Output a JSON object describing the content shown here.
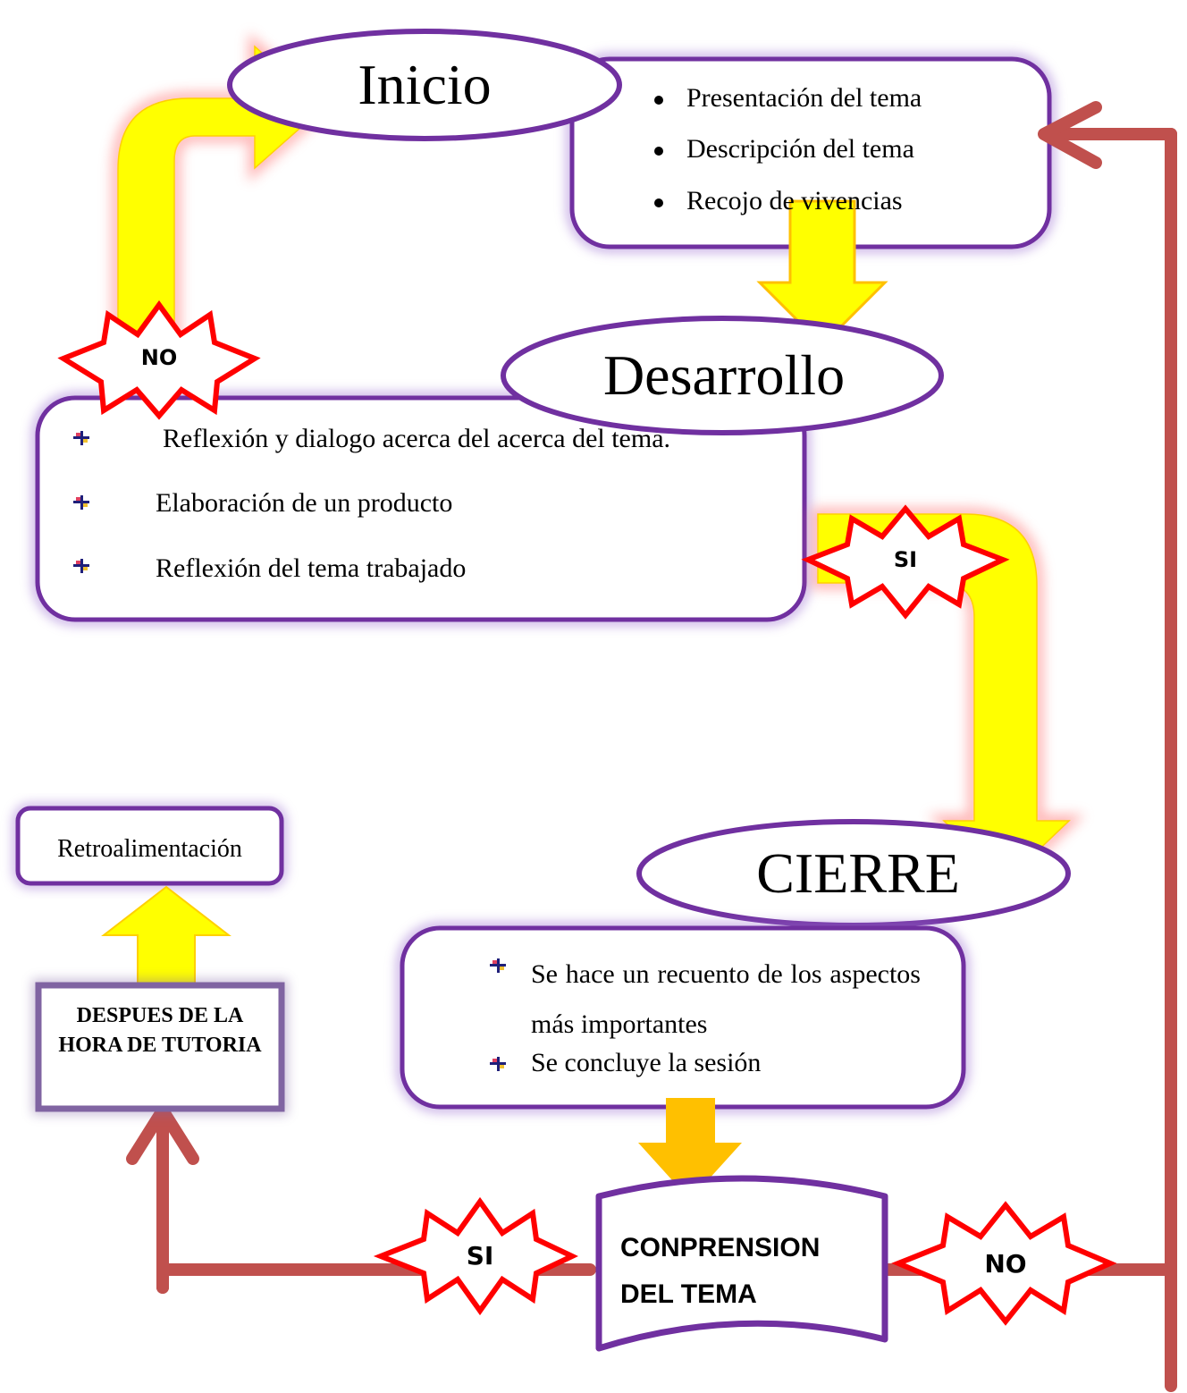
{
  "colors": {
    "purple": "#7030A0",
    "yellow": "#FFFF00",
    "gold": "#FFC000",
    "red_brown": "#C0504D",
    "star_red": "#FF0000"
  },
  "nodes": {
    "inicio": {
      "label": "Inicio"
    },
    "inicio_list": {
      "items": [
        "Presentación del tema",
        "Descripción del tema",
        "Recojo de vivencias"
      ]
    },
    "desarrollo": {
      "label": "Desarrollo"
    },
    "desarrollo_list": {
      "items": [
        "Reflexión y dialogo acerca del acerca del tema.",
        "Elaboración de   un producto",
        "Reflexión del tema trabajado"
      ]
    },
    "cierre": {
      "label": "CIERRE"
    },
    "cierre_list": {
      "items": [
        "Se hace un recuento de los aspectos más importantes",
        "Se concluye la sesión"
      ]
    },
    "comprension": {
      "label_line1": "CONPRENSION",
      "label_line2": "DEL TEMA"
    },
    "despues": {
      "label": "DESPUES DE LA HORA DE TUTORIA"
    },
    "retro": {
      "label": "Retroalimentación"
    }
  },
  "badges": {
    "no_top": "NO",
    "si_mid": "SI",
    "si_bottom": "SI",
    "no_bottom": "NO"
  }
}
